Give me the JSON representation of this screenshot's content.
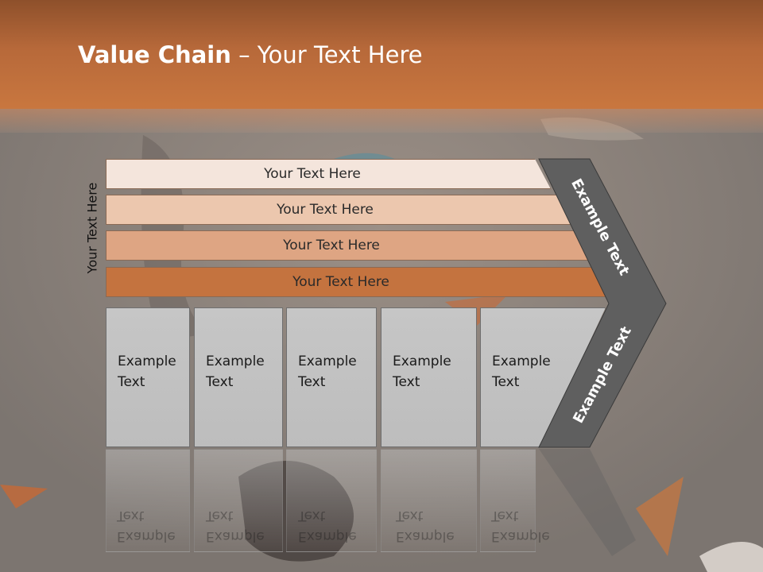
{
  "slide": {
    "title_bold": "Value Chain",
    "title_rest": " – Your Text Here",
    "side_label": "Your Text Here",
    "bars": [
      {
        "label": "Your Text Here"
      },
      {
        "label": "Your Text Here"
      },
      {
        "label": "Your Text Here"
      },
      {
        "label": "Your Text Here"
      }
    ],
    "boxes": [
      {
        "line1": "Example",
        "line2": "Text"
      },
      {
        "line1": "Example",
        "line2": "Text"
      },
      {
        "line1": "Example",
        "line2": "Text"
      },
      {
        "line1": "Example",
        "line2": "Text"
      },
      {
        "line1": "Example",
        "line2": "Text"
      }
    ],
    "chevron": {
      "upper_label": "Example Text",
      "lower_label": "Example Text"
    }
  },
  "colors": {
    "header": "#c0703d",
    "bar1": "#f4e5dc",
    "bar2": "#ecc7ae",
    "bar3": "#dea583",
    "bar4": "#c4733f",
    "box": "#c3c3c3",
    "chevron": "#5e5e5e"
  }
}
